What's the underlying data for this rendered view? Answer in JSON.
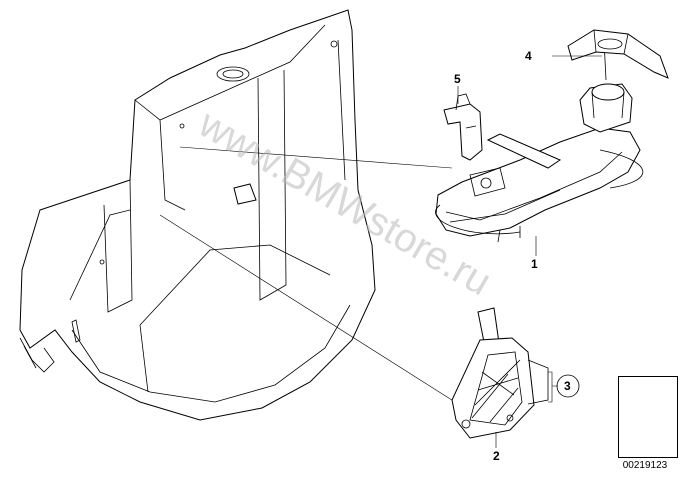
{
  "callouts": {
    "part1": "1",
    "part2": "2",
    "part3": "3",
    "part4": "4",
    "part5": "5"
  },
  "legend": {
    "item_number": "3"
  },
  "watermark": "www.BMWstore.ru",
  "document_number": "00219123"
}
